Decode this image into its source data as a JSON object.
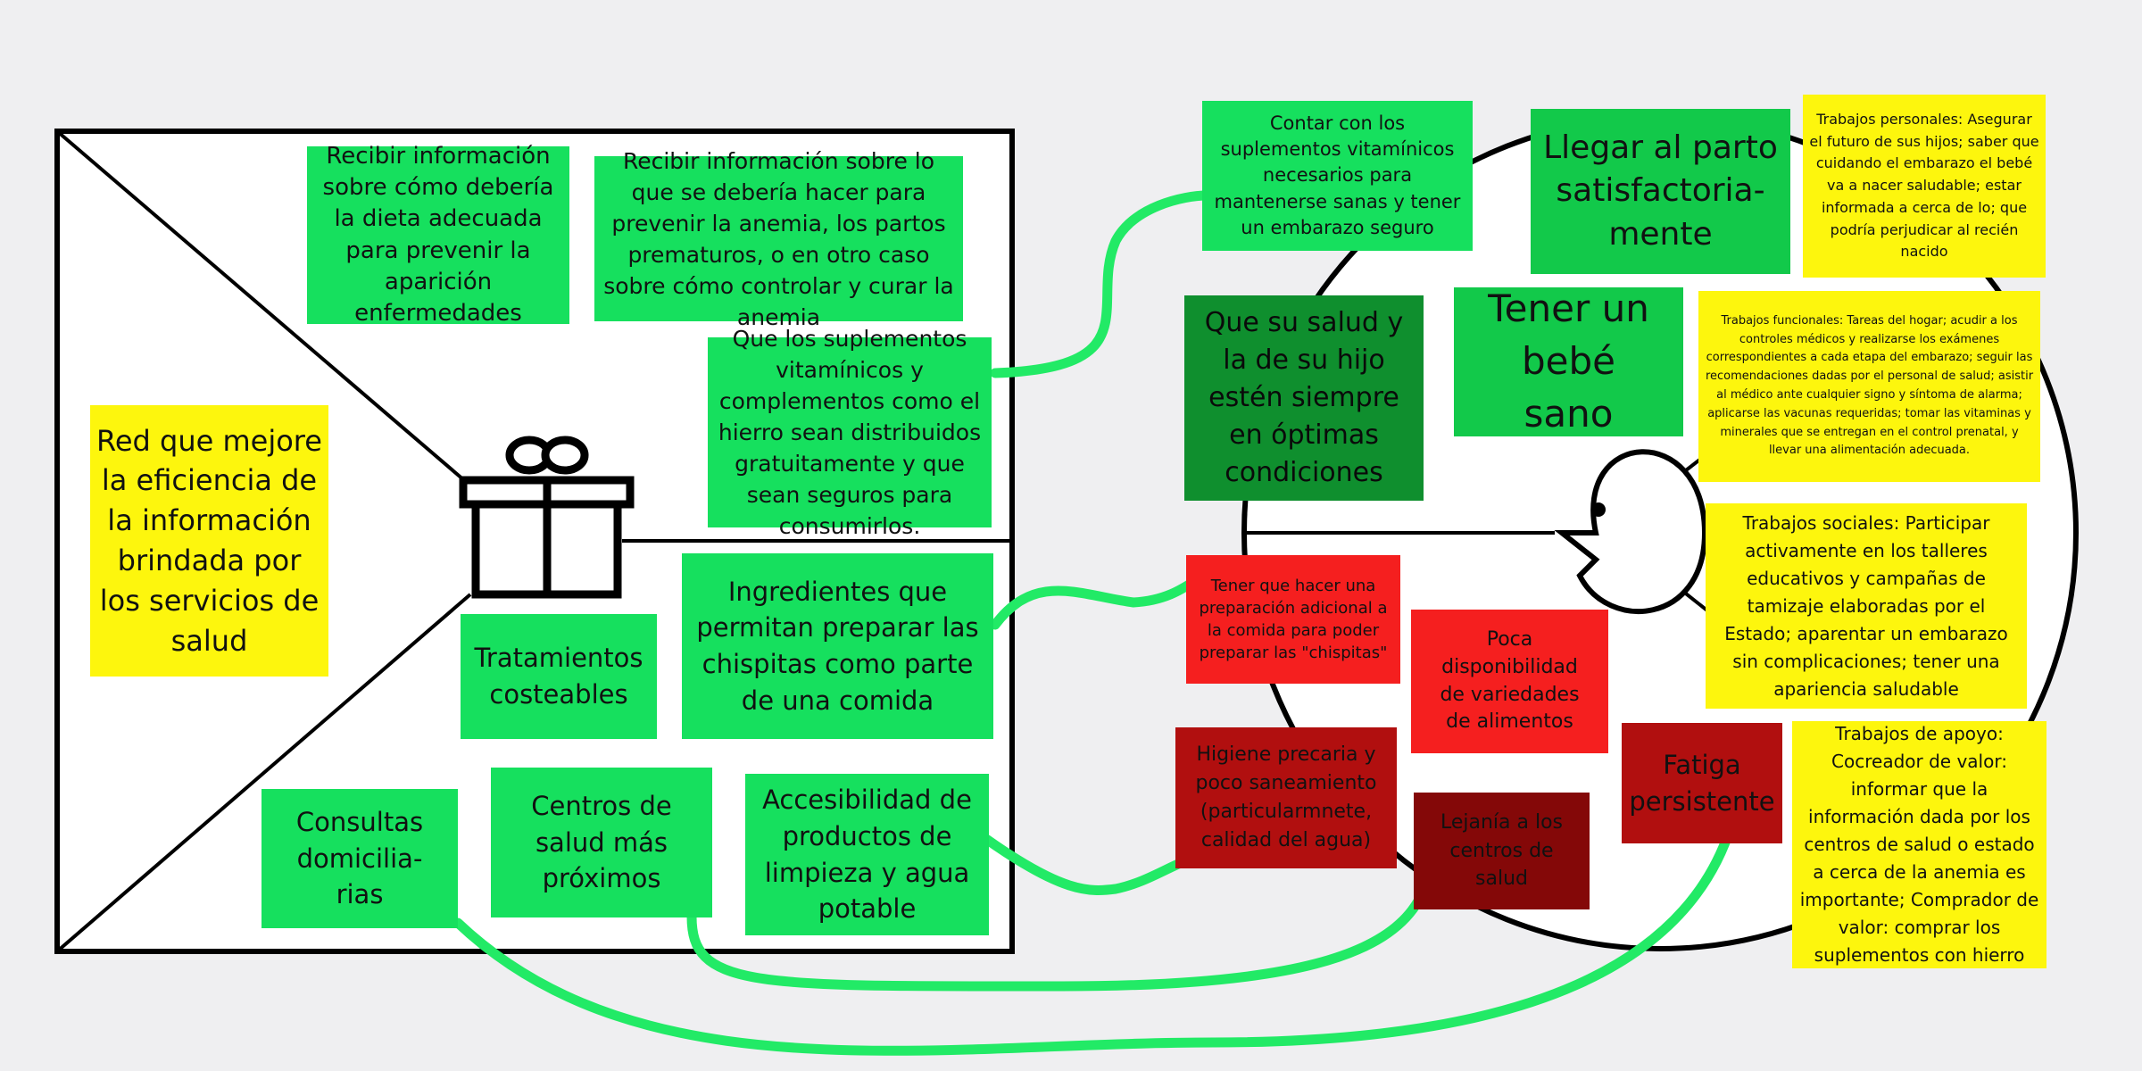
{
  "colors": {
    "canvas": "#efeff1",
    "gain_creator_green": "#16e05e",
    "gain_dark_green": "#0f8f2e",
    "job_yellow": "#fdf60d",
    "pain_red": "#f51f1f",
    "pain_dark_red": "#b10f0f",
    "pain_maroon": "#840808",
    "connector": "#22ea66"
  },
  "value_map": {
    "product": "Red que mejore la eficiencia de la información brindada por los servicios de salud",
    "gift_icon": "gift-icon",
    "gain_creators": [
      "Recibir información sobre cómo debería la dieta adecuada para prevenir la aparición enfermedades",
      "Recibir información sobre lo que se debería hacer para prevenir la anemia, los partos prematuros, o en otro caso sobre cómo controlar y curar la anemia",
      "Que los suplementos vitamínicos y complementos como el hierro sean distribuidos gratuitamente y que sean seguros para consumirlos."
    ],
    "pain_relievers": [
      "Ingredientes que permitan preparar las chispitas como parte de una comida",
      "Tratamientos costeables",
      "Consultas domicilia-rias",
      "Centros de salud más próximos",
      "Accesibilidad de productos de limpieza y agua potable"
    ]
  },
  "customer_profile": {
    "face_icon": "face-icon",
    "gains": [
      "Contar con los suplementos vitamínicos necesarios para mantenerse sanas y tener un embarazo seguro",
      "Llegar al parto satisfactoria-mente",
      "Que su salud y la de su hijo estén siempre en óptimas condiciones",
      "Tener un bebé sano"
    ],
    "pains": [
      "Tener que hacer una preparación adicional a la comida para poder preparar las \"chispitas\"",
      "Poca disponibilidad de variedades de alimentos",
      "Higiene precaria y poco saneamiento (particularmnete, calidad del agua)",
      "Lejanía a los centros de salud",
      "Fatiga persistente"
    ],
    "jobs": [
      "Trabajos personales: Asegurar el futuro de sus hijos; saber que cuidando el embarazo el bebé va a nacer saludable; estar informada a cerca de lo; que podría perjudicar al recién nacido",
      "Trabajos funcionales: Tareas del hogar; acudir a los controles médicos y realizarse los exámenes correspondientes a cada etapa del embarazo; seguir las recomendaciones dadas por el personal de salud; asistir al médico ante cualquier signo y síntoma de alarma; aplicarse las vacunas requeridas; tomar las vitaminas y minerales que se entregan en el control prenatal, y llevar una alimentación adecuada.",
      "Trabajos sociales: Participar activamente en los talleres educativos y campañas de tamizaje elaboradas por el Estado; aparentar un embarazo sin complicaciones; tener una apariencia saludable",
      "Trabajos de apoyo: Cocreador de valor: informar que la información dada por los centros de salud o estado a cerca de la anemia es importante; Comprador de valor: comprar los suplementos con hierro"
    ]
  }
}
